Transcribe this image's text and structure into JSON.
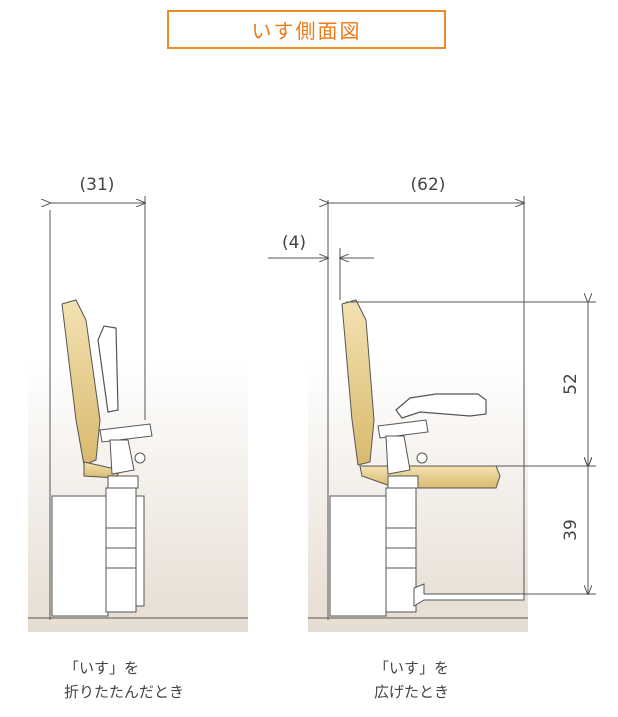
{
  "title": "いす側面図",
  "dimensions": {
    "folded_depth": "(31)",
    "open_depth": "(62)",
    "offset": "(4)",
    "backrest_height": "52",
    "seat_height": "39"
  },
  "captions": {
    "folded": [
      "「いす」を",
      "折りたたんだとき"
    ],
    "open": [
      "「いす」を",
      "広げたとき"
    ]
  },
  "colors": {
    "title_border": "#ef8a2a",
    "title_text": "#ef7a1a",
    "seat_fill": "#ead39a",
    "line": "#555555"
  }
}
